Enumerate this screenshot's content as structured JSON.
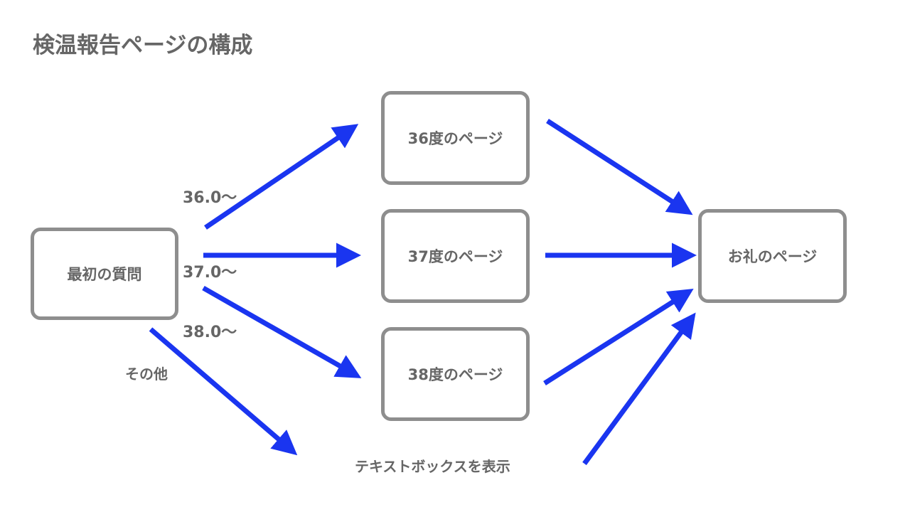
{
  "title": "検温報告ページの構成",
  "nodes": {
    "first_question": "最初の質問",
    "page_36": "36度のページ",
    "page_37": "37度のページ",
    "page_38": "38度のページ",
    "thanks": "お礼のページ"
  },
  "edge_labels": {
    "t36": "36.0〜",
    "t37": "37.0〜",
    "t38": "38.0〜",
    "other": "その他"
  },
  "textbox_node": "テキストボックスを表示",
  "colors": {
    "arrow": "#1a35f0",
    "node_border": "#8e8e8e",
    "text": "#666666"
  }
}
